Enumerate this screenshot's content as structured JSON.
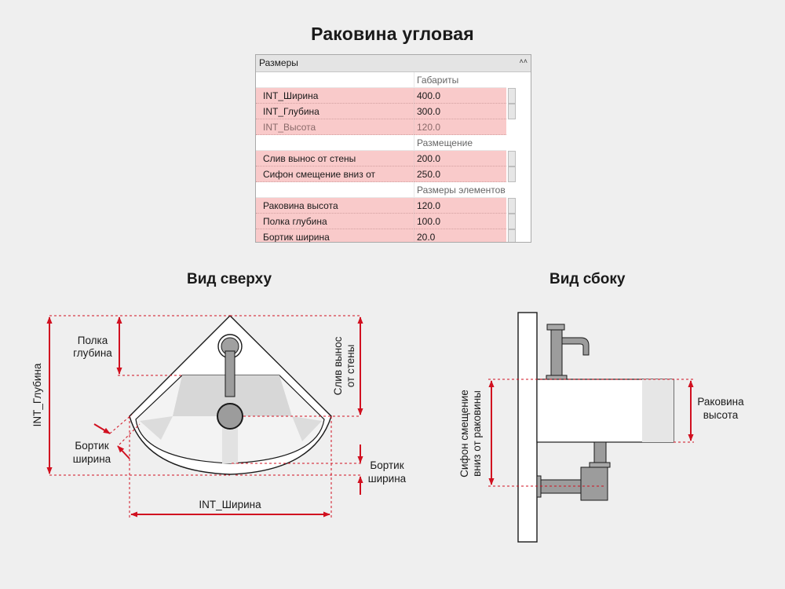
{
  "title": "Раковина угловая",
  "panel": {
    "header": "Размеры",
    "collapse_icon": "double-chevron-up-icon",
    "groups": [
      {
        "label": "Габариты",
        "rows": [
          {
            "name": "INT_Ширина",
            "value": "400.0"
          },
          {
            "name": "INT_Глубина",
            "value": "300.0"
          },
          {
            "name": "INT_Высота",
            "value": "120.0"
          }
        ]
      },
      {
        "label": "Размещение",
        "rows": [
          {
            "name": "Слив вынос от стены",
            "value": "200.0"
          },
          {
            "name": "Сифон смещение вниз от раковины",
            "value": "250.0"
          }
        ]
      },
      {
        "label": "Размеры элементов",
        "rows": [
          {
            "name": "Раковина высота",
            "value": "120.0"
          },
          {
            "name": "Полка глубина",
            "value": "100.0"
          },
          {
            "name": "Бортик ширина",
            "value": "20.0"
          }
        ]
      }
    ]
  },
  "views": {
    "top": {
      "title": "Вид сверху",
      "labels": {
        "shelf_depth": [
          "Полка",
          "глубина"
        ],
        "depth": "INT_Глубина",
        "rim_width_left": [
          "Бортик",
          "ширина"
        ],
        "rim_width_right": [
          "Бортик",
          "ширина"
        ],
        "drain_offset": [
          "Слив вынос",
          "от стены"
        ],
        "width": "INT_Ширина"
      }
    },
    "side": {
      "title": "Вид сбоку",
      "labels": {
        "siphon_offset": [
          "Сифон смещение",
          "вниз от раковины"
        ],
        "sink_height": [
          "Раковина",
          "высота"
        ]
      }
    }
  },
  "colors": {
    "dimension": "#d11020",
    "row_highlight": "#f9caca",
    "outline": "#1a1a1a",
    "metal": "#9c9c9c"
  }
}
